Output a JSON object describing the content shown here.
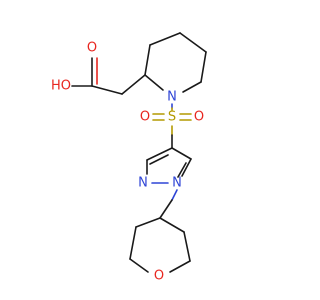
{
  "molecule": {
    "atoms": {
      "o_carbonyl": {
        "label": "O",
        "color": "#e8261f"
      },
      "o_hydroxyl": {
        "label": "HO",
        "color": "#e8261f"
      },
      "n_piperidine": {
        "label": "N",
        "color": "#2f45d6"
      },
      "s_sulfonyl": {
        "label": "S",
        "color": "#b39a00"
      },
      "o_sulfonyl_left": {
        "label": "O",
        "color": "#e8261f"
      },
      "o_sulfonyl_right": {
        "label": "O",
        "color": "#e8261f"
      },
      "n_pyrazole_2": {
        "label": "N",
        "color": "#2f45d6"
      },
      "n_pyrazole_1": {
        "label": "N",
        "color": "#2f45d6"
      },
      "o_oxane": {
        "label": "O",
        "color": "#e8261f"
      }
    }
  }
}
